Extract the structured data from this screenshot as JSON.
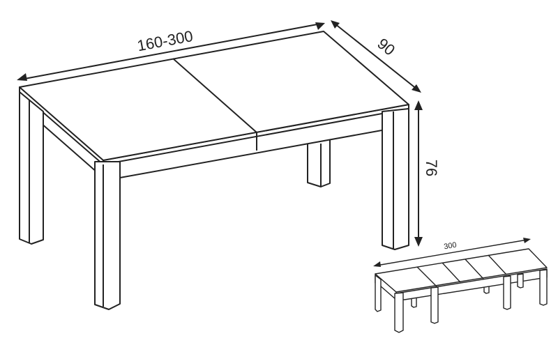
{
  "dimensions": {
    "length": "160-300",
    "depth": "90",
    "height": "76",
    "extended_length": "300"
  },
  "colors": {
    "line": "#222222",
    "background": "#ffffff"
  }
}
